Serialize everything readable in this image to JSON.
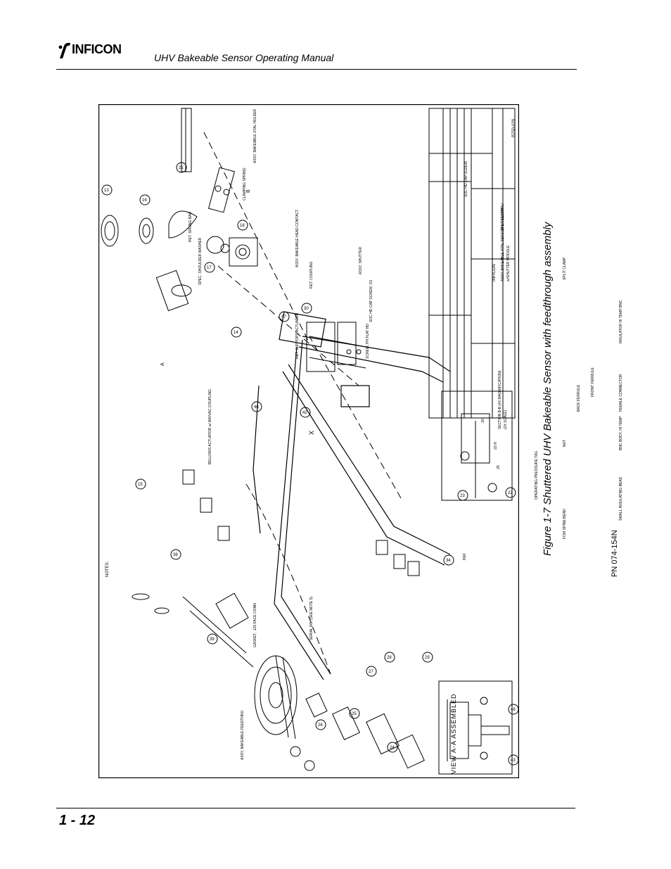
{
  "header": {
    "brand": "INFICON",
    "manual_title": "UHV Bakeable Sensor Operating Manual"
  },
  "figure": {
    "caption": "Figure 1-7  Shuttered UHV Bakeable Sensor with feedthrough assembly",
    "section_title": "VIEW A-A ASSEMBLED",
    "notes_title": "NOTES:",
    "title_block": {
      "brand": "INFICON",
      "description": "ASSY, BAKEABLE XTAL SENSOR & FEEDTHRU",
      "subtitle": "w/SHUTTER MODULE",
      "drawing_number": "B750-029"
    },
    "section_view_label": "SECTION B-B (4X MAGNIFICATION)",
    "section_view_scale": "(2X SCALE)",
    "callouts": [
      {
        "num": "13",
        "label": "ASSY, BAKEABLE XTAL HOLDER"
      },
      {
        "num": "16",
        "label": "CLAMPING SPRING"
      },
      {
        "num": "21",
        "label": "RET. SPRING BAR"
      },
      {
        "num": "18",
        "label": "SPEC. SHOULDER WASHER"
      },
      {
        "num": "17",
        "label": "ASSY, BAKEABLE HEAD CONTACT"
      },
      {
        "num": "14",
        "label": "ASSY, SHUTTER"
      },
      {
        "num": "30",
        "label": "RET. SUPPORT, ACTUATOR"
      },
      {
        "num": "47",
        "label": "RET. COUPLING"
      },
      {
        "num": "42",
        "label": "SCREW, PH FLAT HD"
      },
      {
        "num": "46",
        "label": "SOC HD CAP SCREW, SS"
      },
      {
        "num": "15",
        "label": "SOC HD CAP SCREW"
      },
      {
        "num": "38",
        "label": "SPLIT CLAMP"
      },
      {
        "num": "39",
        "label": "SPLIT CLAMP"
      },
      {
        "num": "29",
        "label": "NUT"
      },
      {
        "num": "28",
        "label": "BACK FERRULE"
      },
      {
        "num": "27",
        "label": "FRONT FERRULE"
      },
      {
        "num": "25",
        "label": "FEMALE CONNECTOR"
      },
      {
        "num": "24",
        "label": "BNC BODY, HI TEMP"
      },
      {
        "num": "26",
        "label": "INSULATOR HI TEMP BNC"
      },
      {
        "num": "34",
        "label": "OPERATING PRESSURE TAG"
      },
      {
        "num": "23",
        "label": "FISH SPINE BEAD"
      },
      {
        "num": "22",
        "label": "SMALL INSULATING BEAD"
      },
      {
        "num": "48",
        "label": "REF"
      },
      {
        "num": "43",
        "label": "REF"
      }
    ],
    "labels": {
      "gasket": "GASKET, .125 FACE CONN.",
      "serial": "SERIAL NO. (SEE NOTE 5)",
      "bellows": "BELLOWS ACTUATOR w/ AIR/VAC COUPLING",
      "feedthru": "ASSY, BAKEABLE FEEDTHRU",
      "x_mark": "X",
      "section_a": "A",
      "section_b": "B",
      "dim_1": ".20",
      "dim_2": ".03 R",
      "dim_3": ".25",
      "ref": "REF"
    }
  },
  "footer": {
    "page_number": "1 - 12",
    "part_number": "PN 074-154N"
  },
  "colors": {
    "ink": "#000000",
    "paper": "#ffffff"
  }
}
